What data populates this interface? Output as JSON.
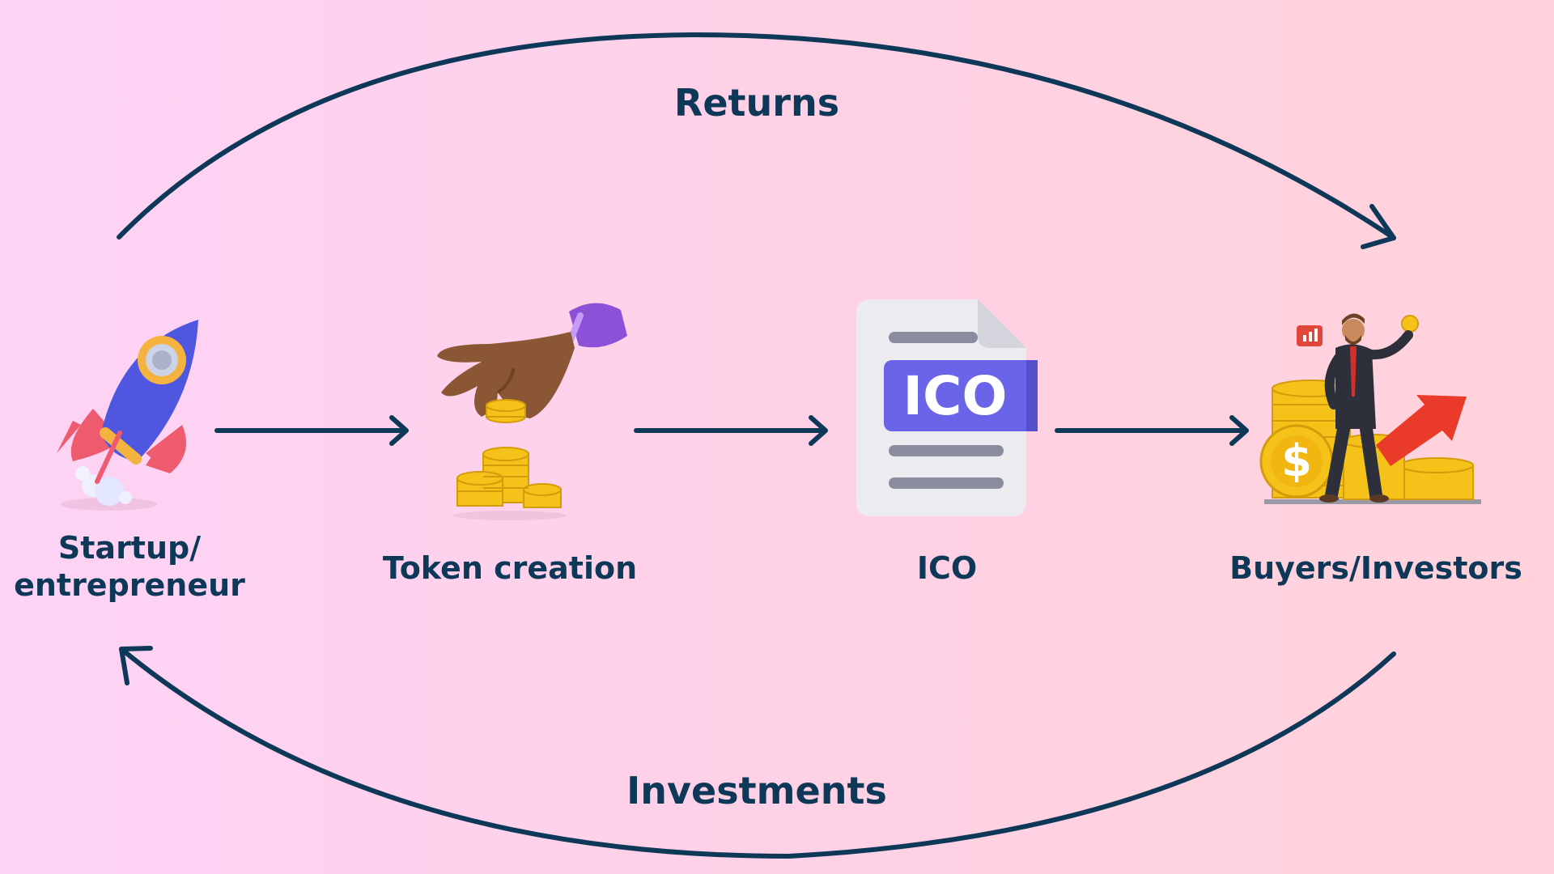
{
  "diagram": {
    "cycle": {
      "returns_label": "Returns",
      "investments_label": "Investments"
    },
    "nodes": [
      {
        "id": "startup",
        "label_line1": "Startup/",
        "label_line2": "entrepreneur",
        "icon": "rocket-icon"
      },
      {
        "id": "token-creation",
        "label": "Token creation",
        "icon": "hand-coins-icon"
      },
      {
        "id": "ico",
        "label": "ICO",
        "icon": "ico-document-icon",
        "badge_text": "ICO"
      },
      {
        "id": "buyers-investors",
        "label": "Buyers/Investors",
        "icon": "investor-coins-icon",
        "coin_symbol": "$"
      }
    ],
    "colors": {
      "arrow": "#0d3858",
      "text": "#0d3858",
      "coin": "#f5c21a",
      "rocket_body": "#4f57e0",
      "ico_badge": "#6a64e8"
    }
  }
}
